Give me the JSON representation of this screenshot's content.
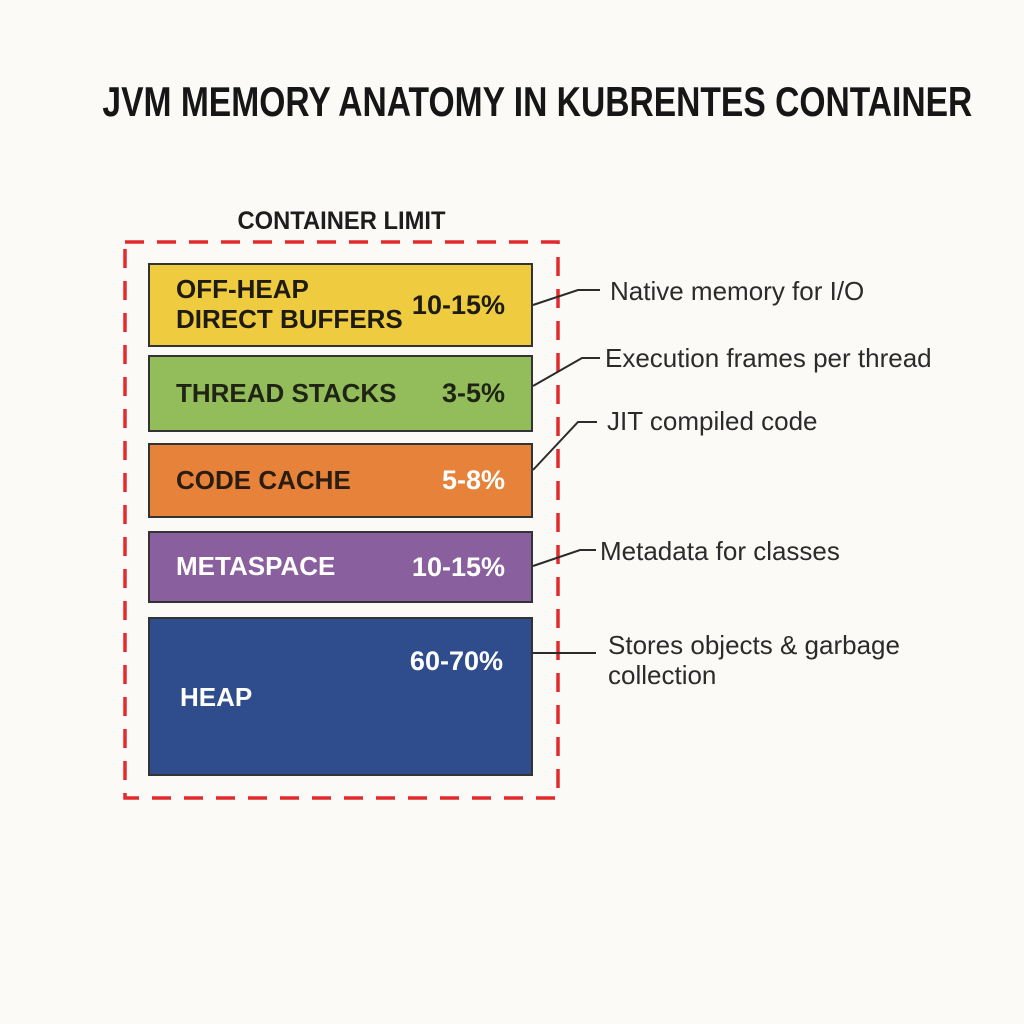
{
  "title": "JVM MEMORY ANATOMY IN KUBRENTES CONTAINER",
  "container": {
    "label": "CONTAINER LIMIT",
    "border_color": "#e32b2b"
  },
  "colors": {
    "background": "#fbfaf7",
    "box_border": "#333333",
    "leader_line": "#2b2b2b",
    "annotation_text": "#2b2b2b"
  },
  "segments": [
    {
      "id": "off-heap-direct-buffers",
      "label": "OFF-HEAP\nDIRECT BUFFERS",
      "percent": "10-15%",
      "color": "#eecb3f",
      "label_color": "#1e1b10",
      "percent_color": "#1e1b10",
      "annotation": "Native memory for I/O"
    },
    {
      "id": "thread-stacks",
      "label": "THREAD STACKS",
      "percent": "3-5%",
      "color": "#93bd5b",
      "label_color": "#1f2414",
      "percent_color": "#1f2414",
      "annotation": "Execution frames per thread"
    },
    {
      "id": "code-cache",
      "label": "CODE CACHE",
      "percent": "5-8%",
      "color": "#e6823a",
      "label_color": "#2a1d10",
      "percent_color": "#ffffff",
      "annotation": "JIT compiled code"
    },
    {
      "id": "metaspace",
      "label": "METASPACE",
      "percent": "10-15%",
      "color": "#8a5f9e",
      "label_color": "#ffffff",
      "percent_color": "#ffffff",
      "annotation": "Metadata for classes"
    },
    {
      "id": "heap",
      "label": "HEAP",
      "percent": "60-70%",
      "color": "#2f4d8c",
      "label_color": "#ffffff",
      "percent_color": "#ffffff",
      "annotation": "Stores objects & garbage collection"
    }
  ]
}
